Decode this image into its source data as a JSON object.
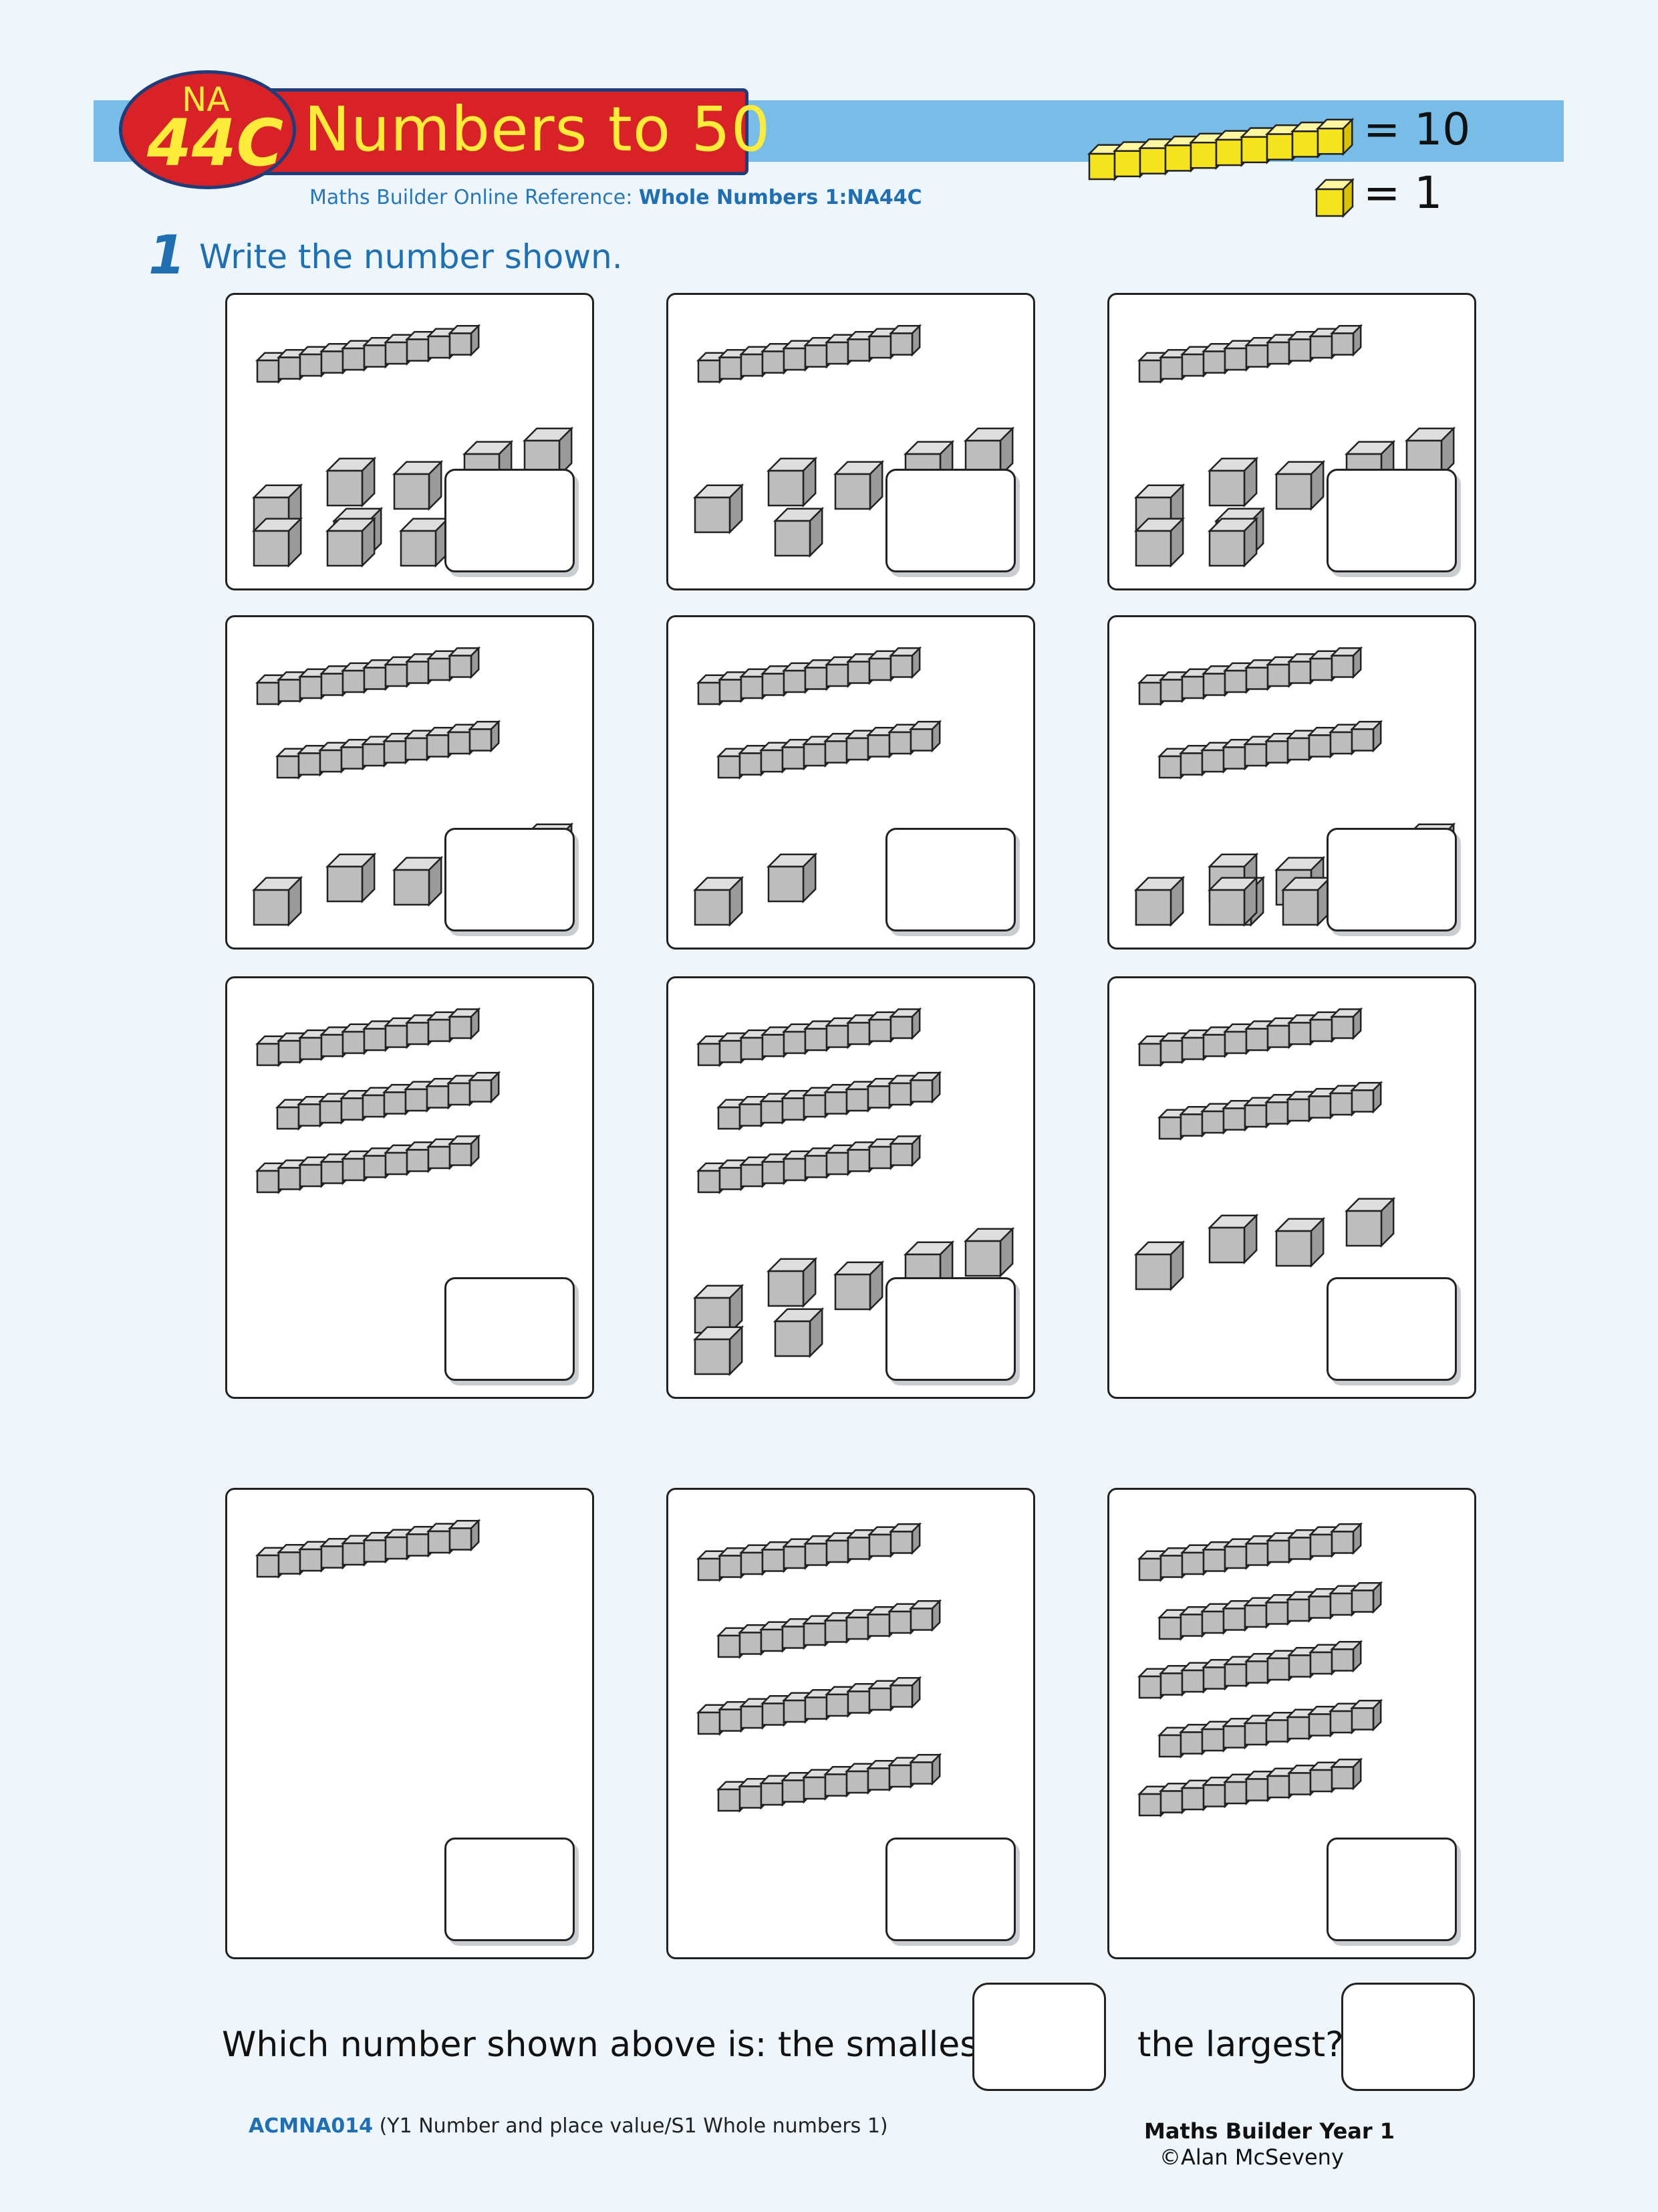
{
  "header": {
    "badge_prefix": "NA",
    "badge_code": "44C",
    "title": "Numbers to 50",
    "reference_label": "Maths Builder Online Reference: ",
    "reference_value": "Whole Numbers 1:NA44C"
  },
  "legend": {
    "ten_label": "= 10",
    "one_label": "= 1",
    "ten_color": "#f5e31e",
    "one_color": "#f5e31e"
  },
  "question": {
    "number": "1",
    "text": "Write the number shown."
  },
  "colors": {
    "cube_fill": "#bdbdbd",
    "cube_top": "#dedede",
    "cube_side": "#9a9a9a"
  },
  "panels": [
    {
      "tens": 1,
      "ones": 9
    },
    {
      "tens": 1,
      "ones": 6
    },
    {
      "tens": 1,
      "ones": 8
    },
    {
      "tens": 2,
      "ones": 5
    },
    {
      "tens": 2,
      "ones": 2
    },
    {
      "tens": 2,
      "ones": 9
    },
    {
      "tens": 3,
      "ones": 0
    },
    {
      "tens": 3,
      "ones": 7
    },
    {
      "tens": 2,
      "ones": 4
    },
    {
      "tens": 1,
      "ones": 0
    },
    {
      "tens": 4,
      "ones": 0
    },
    {
      "tens": 5,
      "ones": 0
    }
  ],
  "bottom": {
    "smallest_label": "Which number shown above is: the smallest?",
    "largest_label": "the largest?"
  },
  "footer": {
    "code": "ACMNA014",
    "code_desc": " (Y1 Number and place value/S1 Whole numbers 1)",
    "book": "Maths Builder Year 1",
    "copyright": "©Alan McSeveny"
  }
}
